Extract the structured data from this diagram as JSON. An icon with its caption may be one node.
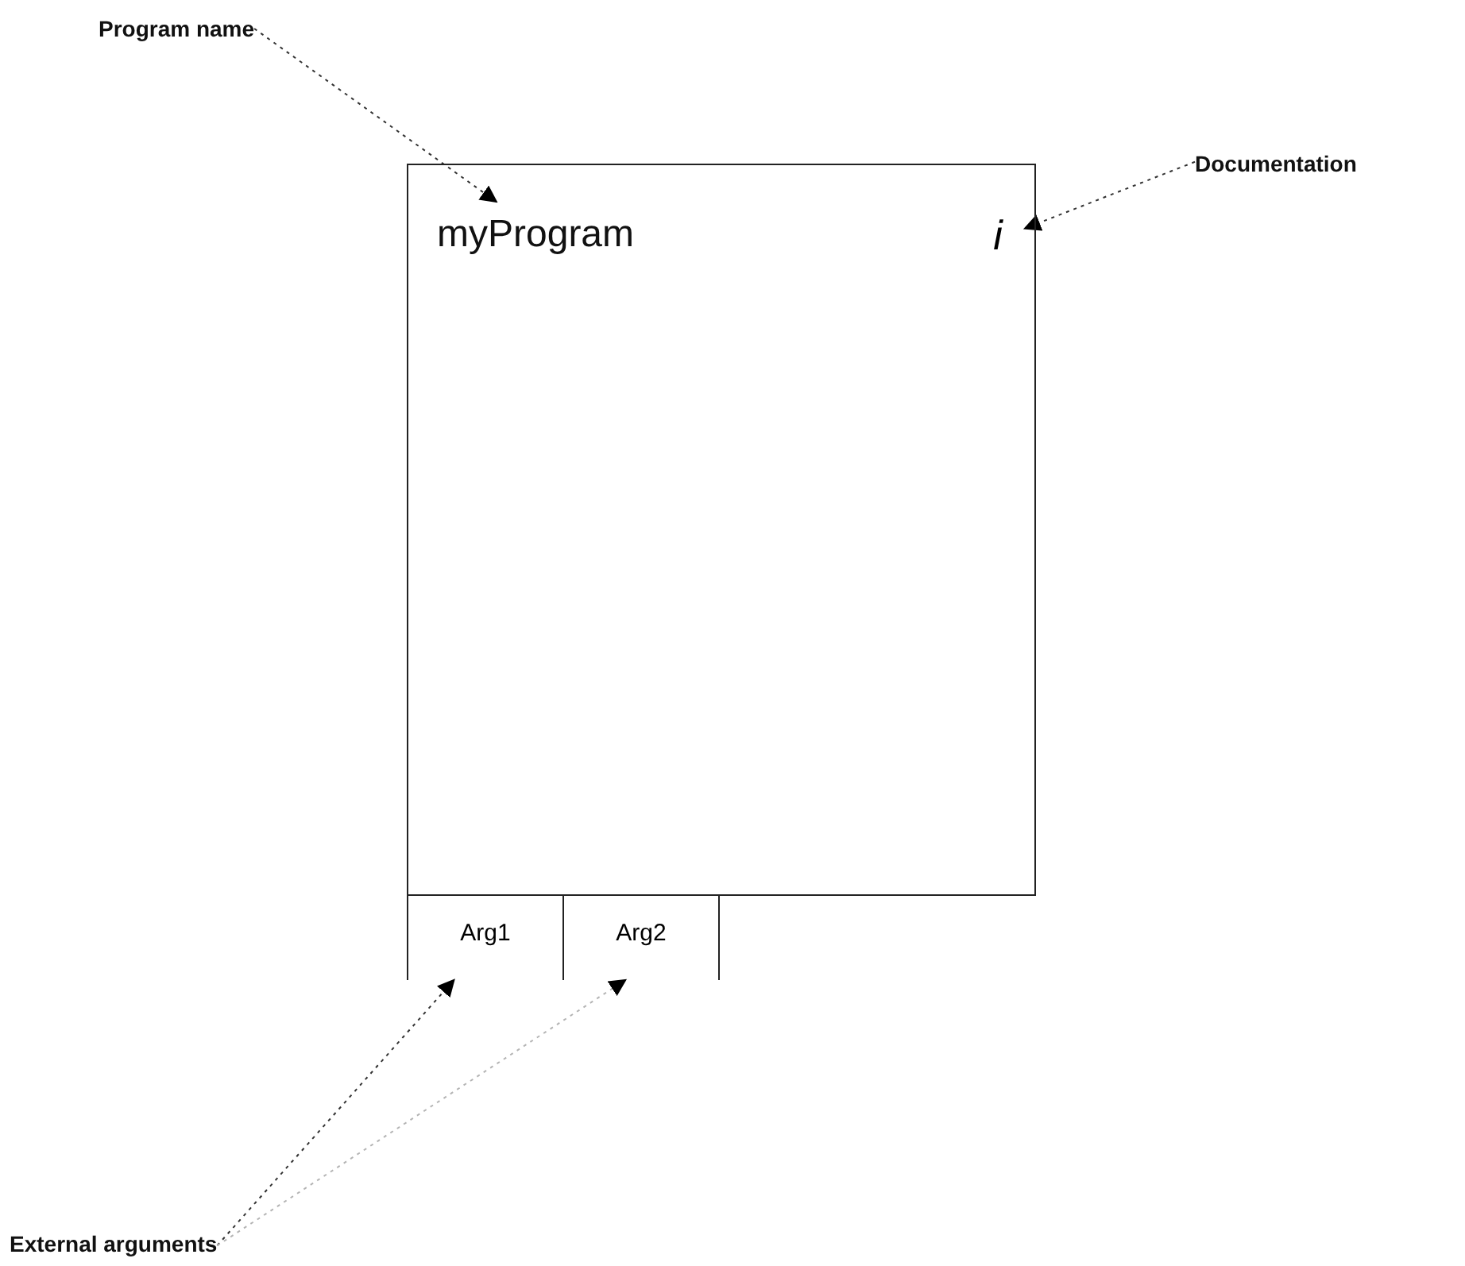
{
  "diagram": {
    "nodes": [
      {
        "text": [
          "Program name"
        ]
      },
      {
        "text": [
          "Documentation"
        ]
      },
      {
        "text": [],
        "shape": "box"
      },
      {
        "text": [
          "myProgram"
        ],
        "in": 2
      },
      {
        "text": [
          "i"
        ],
        "in": 2
      },
      {
        "text": [
          "Arg1"
        ]
      },
      {
        "text": [
          "Arg2"
        ]
      },
      {
        "text": [
          "External arguments"
        ]
      }
    ],
    "edges": [
      {
        "from": 0,
        "to": 3,
        "arrow": "to",
        "style": "dashed"
      },
      {
        "from": 1,
        "to": 4,
        "arrow": "to",
        "style": "dashed"
      },
      {
        "from": 7,
        "to": 5,
        "arrow": "to",
        "style": "dashed"
      },
      {
        "from": 7,
        "to": 6,
        "arrow": "to",
        "style": "dashed",
        "color": "#b4b4b4"
      }
    ]
  }
}
